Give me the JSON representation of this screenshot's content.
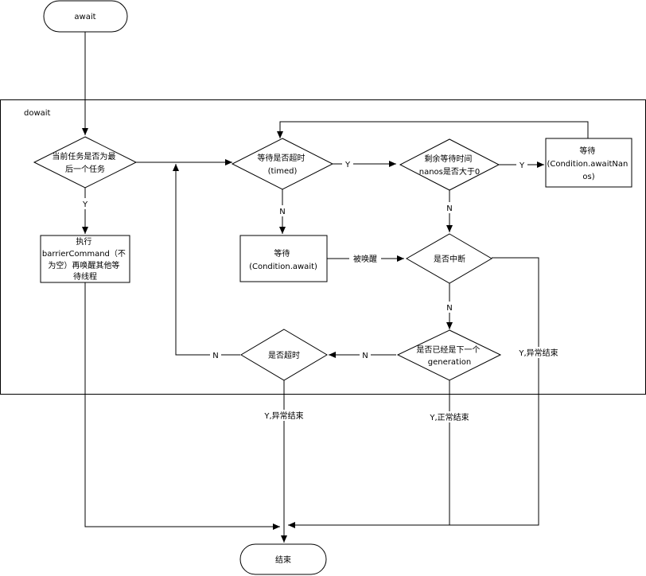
{
  "start": {
    "label": "await"
  },
  "end": {
    "label": "结束"
  },
  "container": {
    "label": "dowait"
  },
  "nodes": {
    "is_last_task": {
      "lines": [
        "当前任务是否为最",
        "后一个任务"
      ]
    },
    "barrier_command": {
      "lines": [
        "执行",
        "barrierCommand（不",
        "为空）再唤醒其他等",
        "待线程"
      ]
    },
    "is_timed": {
      "lines": [
        "等待是否超时",
        "(timed)"
      ]
    },
    "await_wait": {
      "lines": [
        "等待",
        "(Condition.await)"
      ]
    },
    "nanos_remaining": {
      "lines": [
        "剩余等待时间",
        "nanos是否大于0"
      ]
    },
    "await_nanos": {
      "lines": [
        "等待",
        "(Condition.awaitNan",
        "os)"
      ]
    },
    "is_interrupted": {
      "lines": [
        "是否中断"
      ]
    },
    "is_next_generation": {
      "lines": [
        "是否已经是下一个",
        "generation"
      ]
    },
    "is_timeout": {
      "lines": [
        "是否超时"
      ]
    }
  },
  "edge_labels": {
    "last_task_yes": "Y",
    "timed_yes": "Y",
    "timed_no": "N",
    "nanos_yes": "Y",
    "nanos_no": "N",
    "woken": "被唤醒",
    "interrupted_no": "N",
    "interrupted_yes": "Y,异常结束",
    "generation_no": "N",
    "generation_yes": "Y,正常结束",
    "timeout_no": "N",
    "timeout_yes": "Y,异常结束"
  }
}
